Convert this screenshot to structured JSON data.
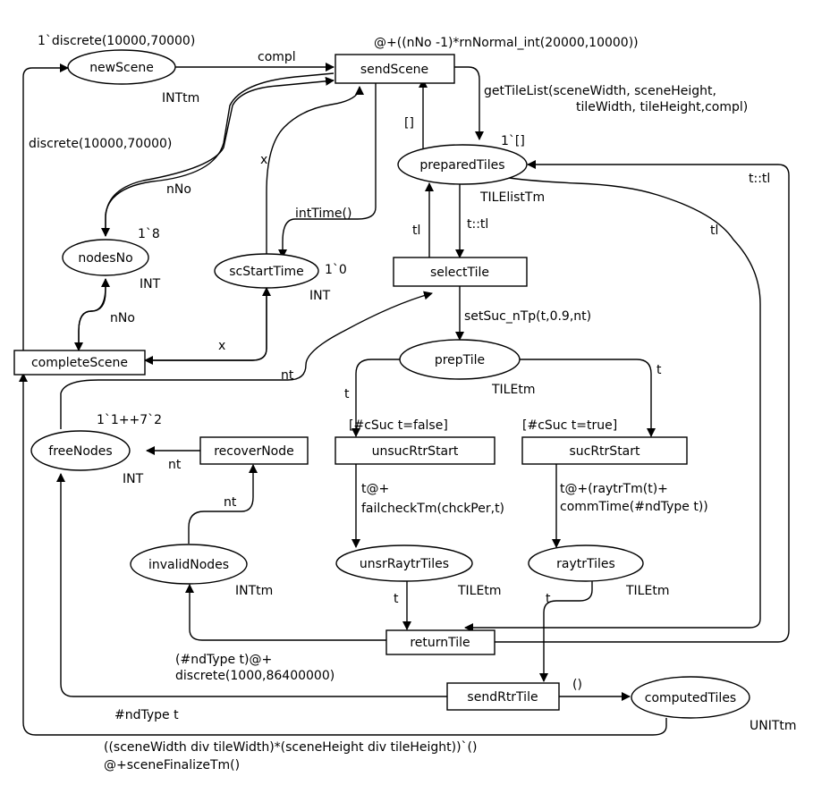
{
  "places": {
    "newScene": {
      "name": "newScene",
      "type": "INTtm",
      "init": "1`discrete(10000,70000)"
    },
    "preparedTiles": {
      "name": "preparedTiles",
      "type": "TILElistTm",
      "init": "1`[]"
    },
    "nodesNo": {
      "name": "nodesNo",
      "type": "INT",
      "init": "1`8"
    },
    "scStartTime": {
      "name": "scStartTime",
      "type": "INT",
      "init": "1`0"
    },
    "prepTile": {
      "name": "prepTile",
      "type": "TILEtm"
    },
    "freeNodes": {
      "name": "freeNodes",
      "type": "INT",
      "init": "1`1++7`2"
    },
    "invalidNodes": {
      "name": "invalidNodes",
      "type": "INTtm"
    },
    "unsrRaytrTiles": {
      "name": "unsrRaytrTiles",
      "type": "TILEtm"
    },
    "raytrTiles": {
      "name": "raytrTiles",
      "type": "TILEtm"
    },
    "computedTiles": {
      "name": "computedTiles",
      "type": "UNITtm"
    }
  },
  "transitions": {
    "sendScene": {
      "name": "sendScene",
      "delay": "@+((nNo -1)*rnNormal_int(20000,10000))"
    },
    "selectTile": {
      "name": "selectTile"
    },
    "completeScene": {
      "name": "completeScene"
    },
    "recoverNode": {
      "name": "recoverNode"
    },
    "unsucRtrStart": {
      "name": "unsucRtrStart",
      "guard": "[#cSuc t=false]"
    },
    "sucRtrStart": {
      "name": "sucRtrStart",
      "guard": "[#cSuc t=true]"
    },
    "returnTile": {
      "name": "returnTile"
    },
    "sendRtrTile": {
      "name": "sendRtrTile"
    }
  },
  "arc_labels": {
    "compl": "compl",
    "discrete_arc": "discrete(10000,70000)",
    "getTileList_1": "getTileList(sceneWidth, sceneHeight,",
    "getTileList_2": "tileWidth, tileHeight,compl)",
    "empty_list": "[]",
    "x_top": "x",
    "nNo_top": "nNo",
    "intTime": "intTime()",
    "tl_left": "tl",
    "tt_down": "t::tl",
    "tt_right": "t::tl",
    "tl_right": "tl",
    "nNo_bottom": "nNo",
    "x_bottom": "x",
    "setSuc": "setSuc_nTp(t,0.9,nt)",
    "nt_up": "nt",
    "t_left": "t",
    "t_right": "t",
    "nt_free": "nt",
    "nt_invalid": "nt",
    "failcheck_1": "t@+",
    "failcheck_2": "failcheckTm(chckPer,t)",
    "raytr_1": "t@+(raytrTm(t)+",
    "raytr_2": "commTime(#ndType t))",
    "t_unsr": "t",
    "t_raytr": "t",
    "ndType_1": "(#ndType t)@+",
    "ndType_2": "discrete(1000,86400000)",
    "unit": "()",
    "ndType_free": "#ndType t",
    "finalize_1": "((sceneWidth div tileWidth)*(sceneHeight  div tileHeight))`()",
    "finalize_2": "@+sceneFinalizeTm()"
  }
}
